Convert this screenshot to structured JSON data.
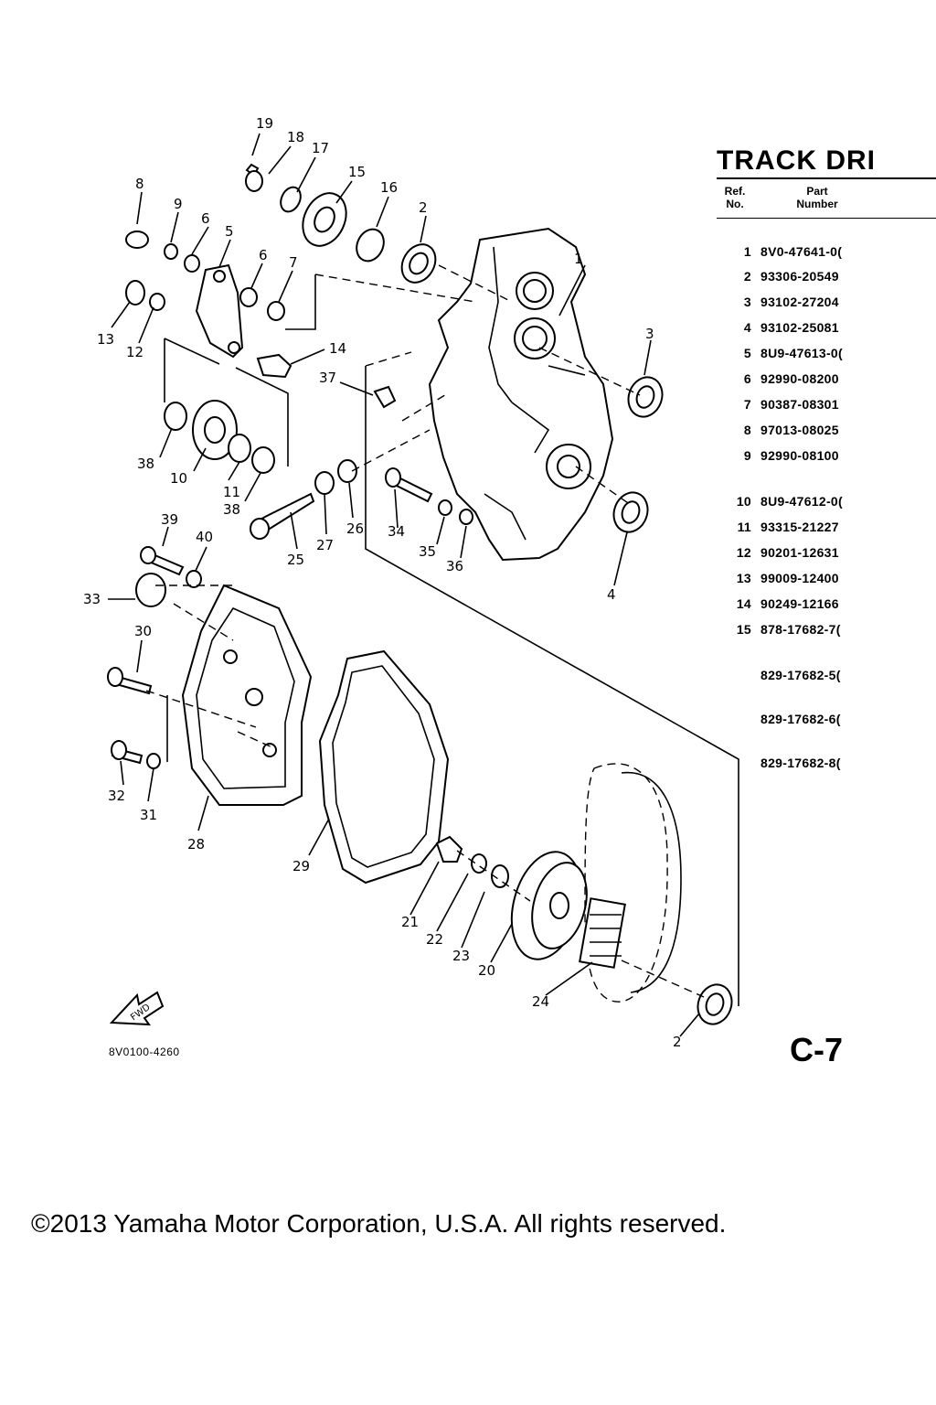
{
  "table": {
    "title": "TRACK DRI",
    "head_ref": [
      "Ref.",
      "No."
    ],
    "head_part": [
      "Part",
      "Number"
    ],
    "rows": [
      {
        "ref": "1",
        "part": "8V0-47641-0("
      },
      {
        "ref": "2",
        "part": "93306-20549"
      },
      {
        "ref": "3",
        "part": "93102-27204"
      },
      {
        "ref": "4",
        "part": "93102-25081"
      },
      {
        "ref": "5",
        "part": "8U9-47613-0("
      },
      {
        "ref": "6",
        "part": "92990-08200"
      },
      {
        "ref": "7",
        "part": "90387-08301"
      },
      {
        "ref": "8",
        "part": "97013-08025"
      },
      {
        "ref": "9",
        "part": "92990-08100"
      },
      {
        "ref": "10",
        "part": "8U9-47612-0("
      },
      {
        "ref": "11",
        "part": "93315-21227"
      },
      {
        "ref": "12",
        "part": "90201-12631"
      },
      {
        "ref": "13",
        "part": "99009-12400"
      },
      {
        "ref": "14",
        "part": "90249-12166"
      },
      {
        "ref": "15",
        "part": "878-17682-7("
      },
      {
        "ref": "",
        "part": "829-17682-5("
      },
      {
        "ref": "",
        "part": "829-17682-6("
      },
      {
        "ref": "",
        "part": "829-17682-8("
      }
    ]
  },
  "sheet_label": "C-7",
  "drawing_code": "8V0100-4260",
  "fwd_label": "FWD",
  "copyright": "©2013 Yamaha Motor Corporation, U.S.A. All rights reserved.",
  "callouts": [
    "19",
    "18",
    "17",
    "15",
    "16",
    "2",
    "8",
    "9",
    "6",
    "5",
    "6",
    "7",
    "1",
    "13",
    "12",
    "14",
    "3",
    "37",
    "38",
    "10",
    "11",
    "38",
    "25",
    "27",
    "26",
    "34",
    "35",
    "36",
    "4",
    "39",
    "40",
    "33",
    "30",
    "32",
    "31",
    "28",
    "29",
    "21",
    "22",
    "23",
    "20",
    "24",
    "2"
  ]
}
